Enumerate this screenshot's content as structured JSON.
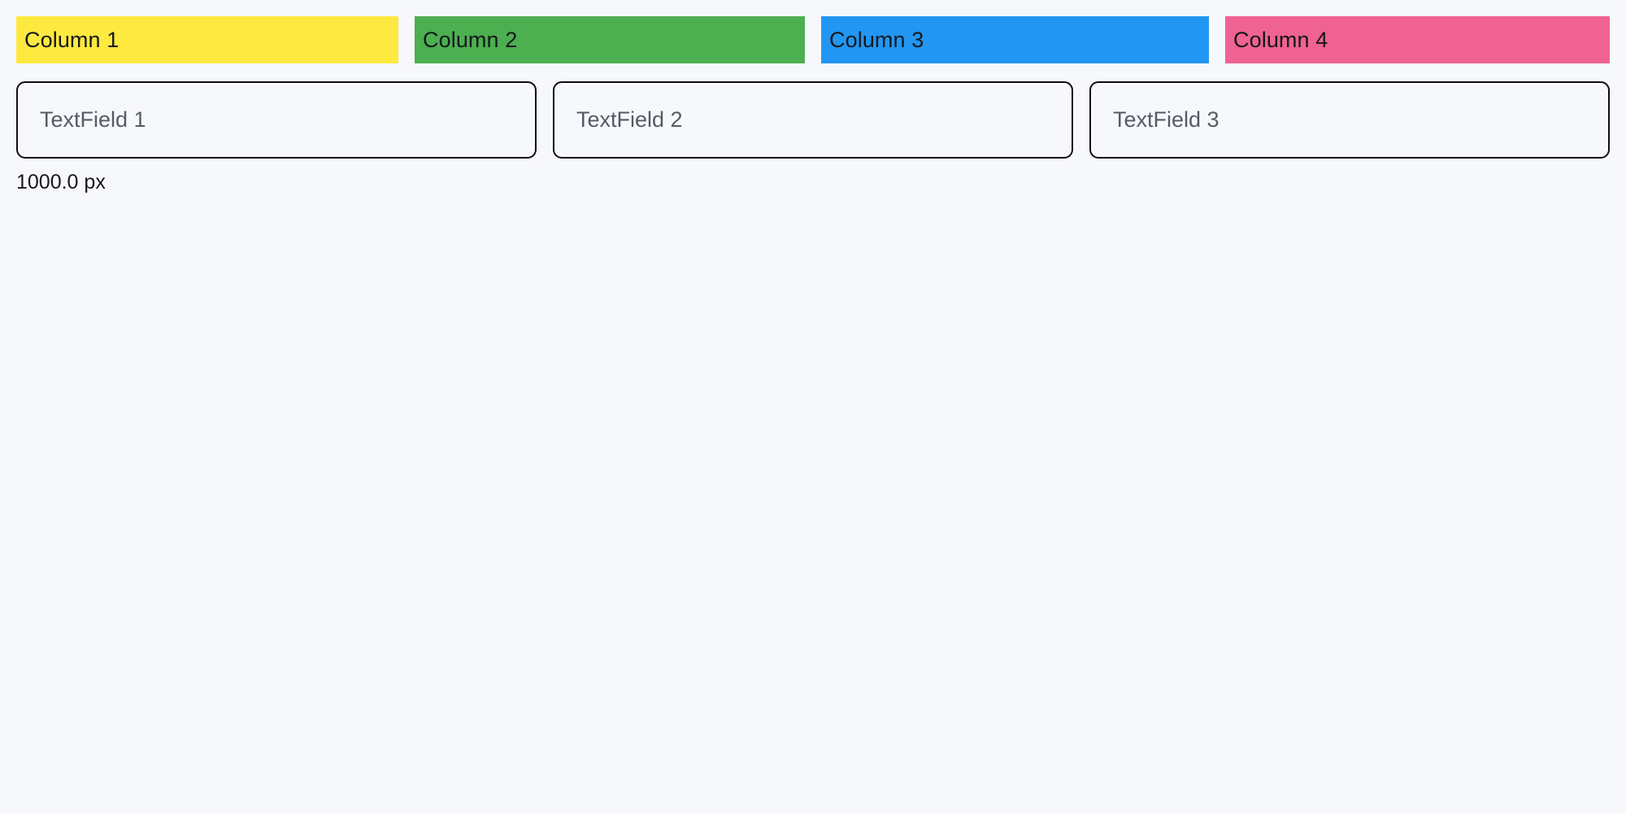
{
  "page": {
    "background_color": "#f7f8fc",
    "text_color": "#16181d"
  },
  "columns_row": {
    "items": [
      {
        "label": "Column 1",
        "color": "#fde93f",
        "text_color": "#16181d"
      },
      {
        "label": "Column 2",
        "color": "#4caf50",
        "text_color": "#16181d"
      },
      {
        "label": "Column 3",
        "color": "#2196f3",
        "text_color": "#16181d"
      },
      {
        "label": "Column 4",
        "color": "#f06292",
        "text_color": "#16181d"
      }
    ]
  },
  "fields_row": {
    "fields": [
      {
        "placeholder": "TextField 1",
        "value": ""
      },
      {
        "placeholder": "TextField 2",
        "value": ""
      },
      {
        "placeholder": "TextField 3",
        "value": ""
      }
    ],
    "border_color": "#0d0e11",
    "placeholder_color": "#555b66"
  },
  "measurement": {
    "label": "1000.0 px"
  }
}
